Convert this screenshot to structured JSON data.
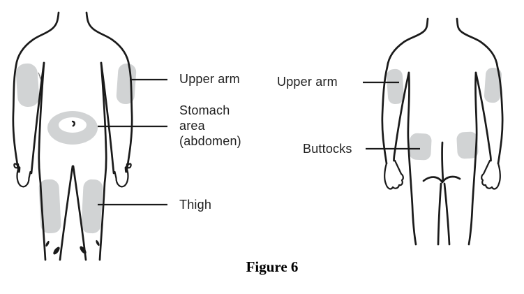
{
  "caption": "Figure 6",
  "views": {
    "front": {
      "name": "front view body",
      "labels": {
        "upper_arm": "Upper arm",
        "stomach_area": "Stomach\narea\n(abdomen)",
        "thigh": "Thigh"
      }
    },
    "back": {
      "name": "back view body",
      "labels": {
        "upper_arm": "Upper arm",
        "buttocks": "Buttocks"
      }
    }
  },
  "colors": {
    "shaded_site": "#d1d3d4",
    "outline": "#1a1a1a",
    "label_text": "#1f1f1f",
    "background": "#ffffff"
  }
}
